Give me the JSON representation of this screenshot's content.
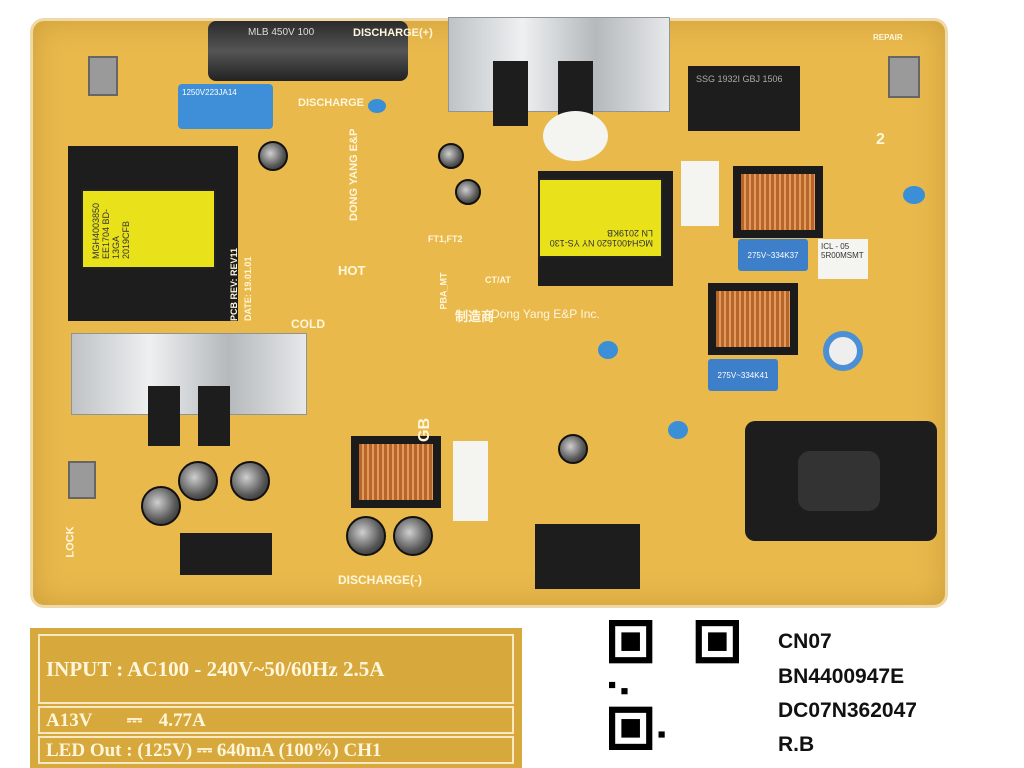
{
  "board": {
    "discharge_plus": "DISCHARGE(+)",
    "discharge_top": "DISCHARGE",
    "discharge_minus": "DISCHARGE(-)",
    "hot": "HOT",
    "cold": "COLD",
    "gb": "GB",
    "lock": "LOCK",
    "manufacturer_cn": "制造商",
    "manufacturer": "Dong Yang E&P Inc.",
    "brand": "DONG YANG E&P",
    "pcb_rev": "PCB REV: REV11",
    "date": "DATE: 19.01.01",
    "ft": "FT1,FT2",
    "ct_at": "CT/AT",
    "pba_mt": "PBA_MT",
    "yellow_xfmr_text": "MGH4001620 NY YS-130 LN 2019KB",
    "left_xfmr_text": "MGH4003850 EE1704 BD-13GA 2019CFB",
    "bridge_text": "SSG 1932I GBJ 1506",
    "cap_blue_top": "1250V223JA14",
    "main_cap_text": "MLB 450V 100",
    "xcap1": "275V~334K37",
    "xcap2": "275V~334K41",
    "icl": "ICL - 05 5R00MSMT",
    "repair": "REPAIR",
    "num2": "2"
  },
  "spec_label": {
    "input": "INPUT : AC100 - 240V~50/60Hz 2.5A",
    "a13v_name": "A13V",
    "a13v_symbol": "⎓",
    "a13v_value": "4.77A",
    "led_out": "LED Out :  (125V) ⎓ 640mA (100%) CH1"
  },
  "part_label": {
    "line1": "CN07",
    "line2": "BN4400947E",
    "line3": "DC07N362047",
    "line4": "R.B"
  },
  "colors": {
    "board": "#e9b94c",
    "silkscreen": "#fff6dc",
    "transformer": "#e9e21a"
  }
}
